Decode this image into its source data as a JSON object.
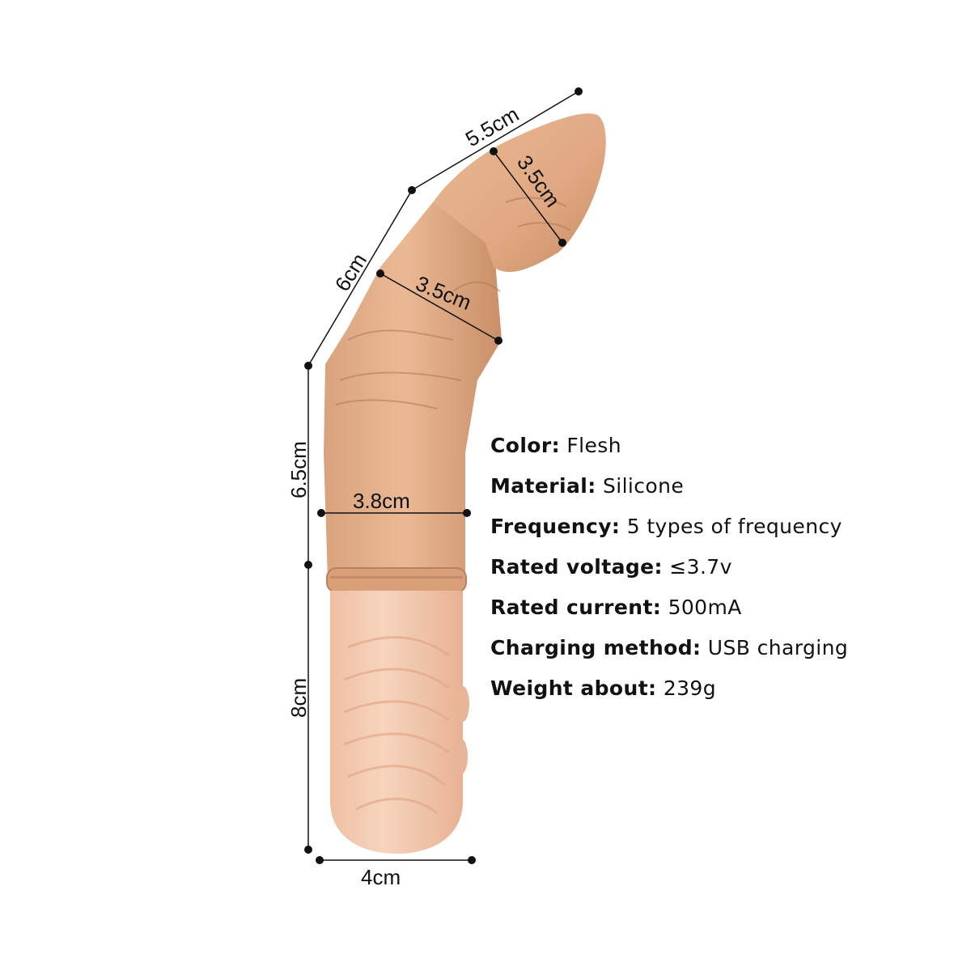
{
  "dimensions": {
    "tip_length": "5.5cm",
    "tip_width": "3.5cm",
    "upper_length": "6cm",
    "middle_width": "3.5cm",
    "lower_length": "6.5cm",
    "base_width": "3.8cm",
    "handle_length": "8cm",
    "bottom_width": "4cm"
  },
  "specs": [
    {
      "key": "Color:",
      "value": "Flesh"
    },
    {
      "key": "Material:",
      "value": "Silicone"
    },
    {
      "key": "Frequency:",
      "value": "5 types of frequency"
    },
    {
      "key": "Rated voltage:",
      "value": "≤3.7v"
    },
    {
      "key": "Rated current:",
      "value": "500mA"
    },
    {
      "key": "Charging method:",
      "value": "USB charging"
    },
    {
      "key": "Weight about:",
      "value": "239g"
    }
  ],
  "colors": {
    "body_tan": "#e3b08a",
    "body_shadow": "#c98f68",
    "handle_pink": "#f4cbb1",
    "line": "#111111"
  }
}
